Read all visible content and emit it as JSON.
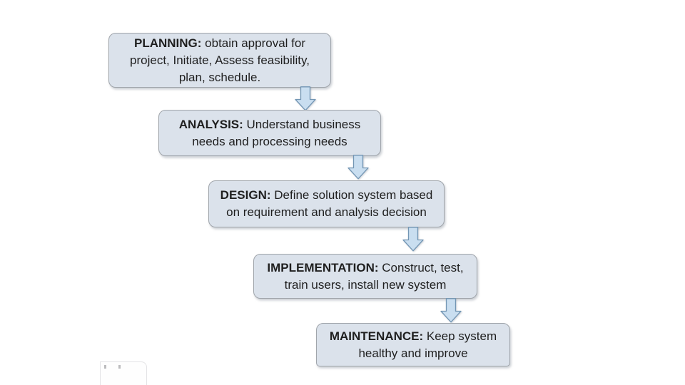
{
  "theme": {
    "page_bg": "#ffffff",
    "box_fill": "#dbe2eb",
    "box_border": "#a0a5ab",
    "arrow_fill": "#c9def0",
    "arrow_border": "#7396b4",
    "text_color": "#1f1f1f",
    "ghost_border": "#e4e4e6"
  },
  "diagram": {
    "type": "flowchart",
    "description": "Five-phase systems development life cycle flow, top-left to bottom-right, connected by block arrows",
    "boxes": [
      {
        "id": "planning",
        "keyword": "PLANNING:",
        "line1": "obtain approval for",
        "line2": "project,  Initiate, Assess feasibility,",
        "line3": "plan, schedule."
      },
      {
        "id": "analysis",
        "keyword": "ANALYSIS:",
        "line1": "Understand business",
        "line2": "needs and processing needs"
      },
      {
        "id": "design",
        "keyword": "DESIGN:",
        "line1": "Define solution system based",
        "line2": "on requirement and analysis decision"
      },
      {
        "id": "implementation",
        "keyword": "IMPLEMENTATION:",
        "line1": "Construct, test,",
        "line2": "train users, install new system"
      },
      {
        "id": "maintenance",
        "keyword": "MAINTENANCE:",
        "line1": "Keep system",
        "line2": "healthy and improve"
      }
    ],
    "connectors": [
      "planning→analysis",
      "analysis→design",
      "design→implementation",
      "implementation→maintenance"
    ]
  }
}
